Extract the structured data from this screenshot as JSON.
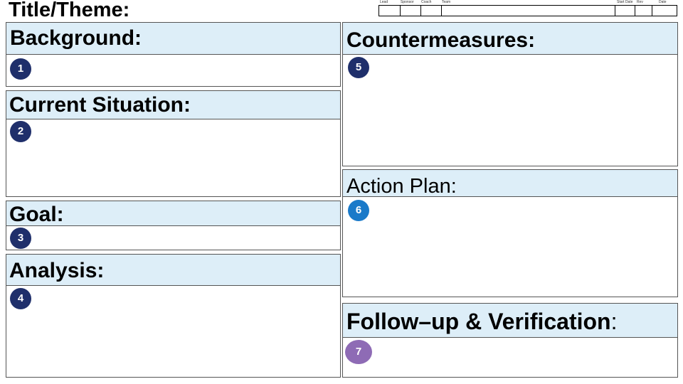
{
  "title": "Title/Theme:",
  "header": {
    "labels": [
      "Lead",
      "Sponsor",
      "Coach",
      "Team",
      "Start Date",
      "Rev",
      "Date"
    ]
  },
  "sections": {
    "background": {
      "label": "Background:",
      "number": "1"
    },
    "current_situation": {
      "label": "Current Situation:",
      "number": "2"
    },
    "goal": {
      "label": "Goal:",
      "number": "3"
    },
    "analysis": {
      "label": "Analysis:",
      "number": "4"
    },
    "countermeasures": {
      "label": "Countermeasures:",
      "number": "5"
    },
    "action_plan": {
      "label": "Action Plan",
      "colon": ":",
      "number": "6"
    },
    "follow_up": {
      "label": "Follow–up & Verification",
      "colon": ":",
      "number": "7"
    }
  },
  "colors": {
    "header_fill": "#ddeef8",
    "badge_dark": "#1f2f6b",
    "badge_blue": "#1a7ac9",
    "badge_purple": "#8e6bb5"
  }
}
